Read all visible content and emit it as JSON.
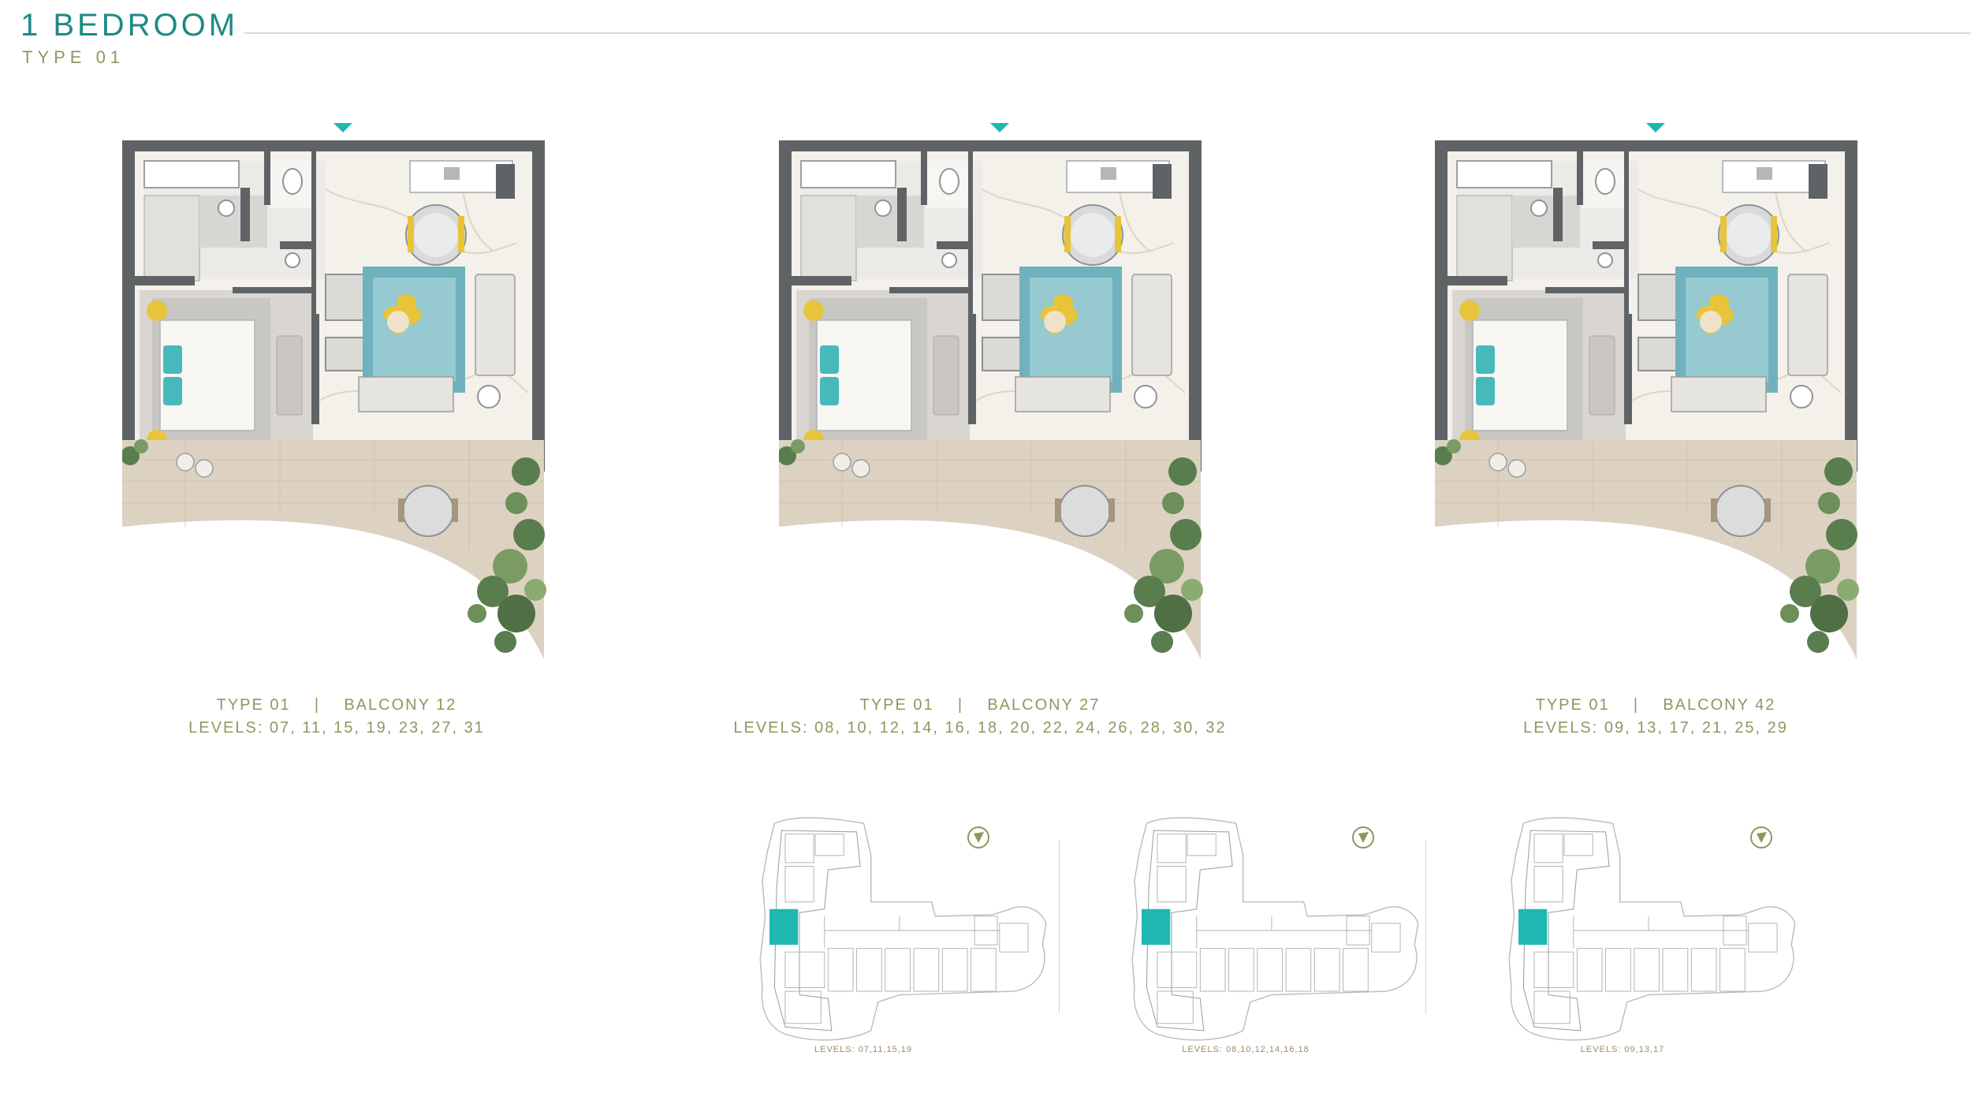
{
  "header": {
    "title": "1 BEDROOM",
    "subtitle": "TYPE 01"
  },
  "units": [
    {
      "type_label": "TYPE 01",
      "separator": "|",
      "balcony_label": "BALCONY 12",
      "levels_label": "LEVELS: 07, 11, 15, 19, 23, 27, 31"
    },
    {
      "type_label": "TYPE 01",
      "separator": "|",
      "balcony_label": "BALCONY 27",
      "levels_label": "LEVELS: 08, 10, 12, 14, 16, 18, 20, 22, 24, 26, 28, 30, 32"
    },
    {
      "type_label": "TYPE 01",
      "separator": "|",
      "balcony_label": "BALCONY 42",
      "levels_label": "LEVELS: 09, 13, 17, 21, 25, 29"
    }
  ],
  "key_plans": [
    {
      "levels_label": "LEVELS: 07,11,15,19",
      "compass_icon": "north-arrow-icon"
    },
    {
      "levels_label": "LEVELS: 08,10,12,14,16,18",
      "compass_icon": "north-arrow-icon"
    },
    {
      "levels_label": "LEVELS: 09,13,17",
      "compass_icon": "north-arrow-icon"
    }
  ],
  "colors": {
    "accent_teal": "#1e8a86",
    "highlight_teal": "#1fb8b0",
    "caption_olive": "#8a9a5e",
    "wall": "#5f6366",
    "floor_marble": "#f3f1ea",
    "bedroom_floor": "#d9d6d2",
    "balcony_deck": "#ddd2c2",
    "plant": "#5a7d4e",
    "sofa": "#e6e4df",
    "accent_yellow": "#e8c43a",
    "rug": "#6fb2bd"
  }
}
